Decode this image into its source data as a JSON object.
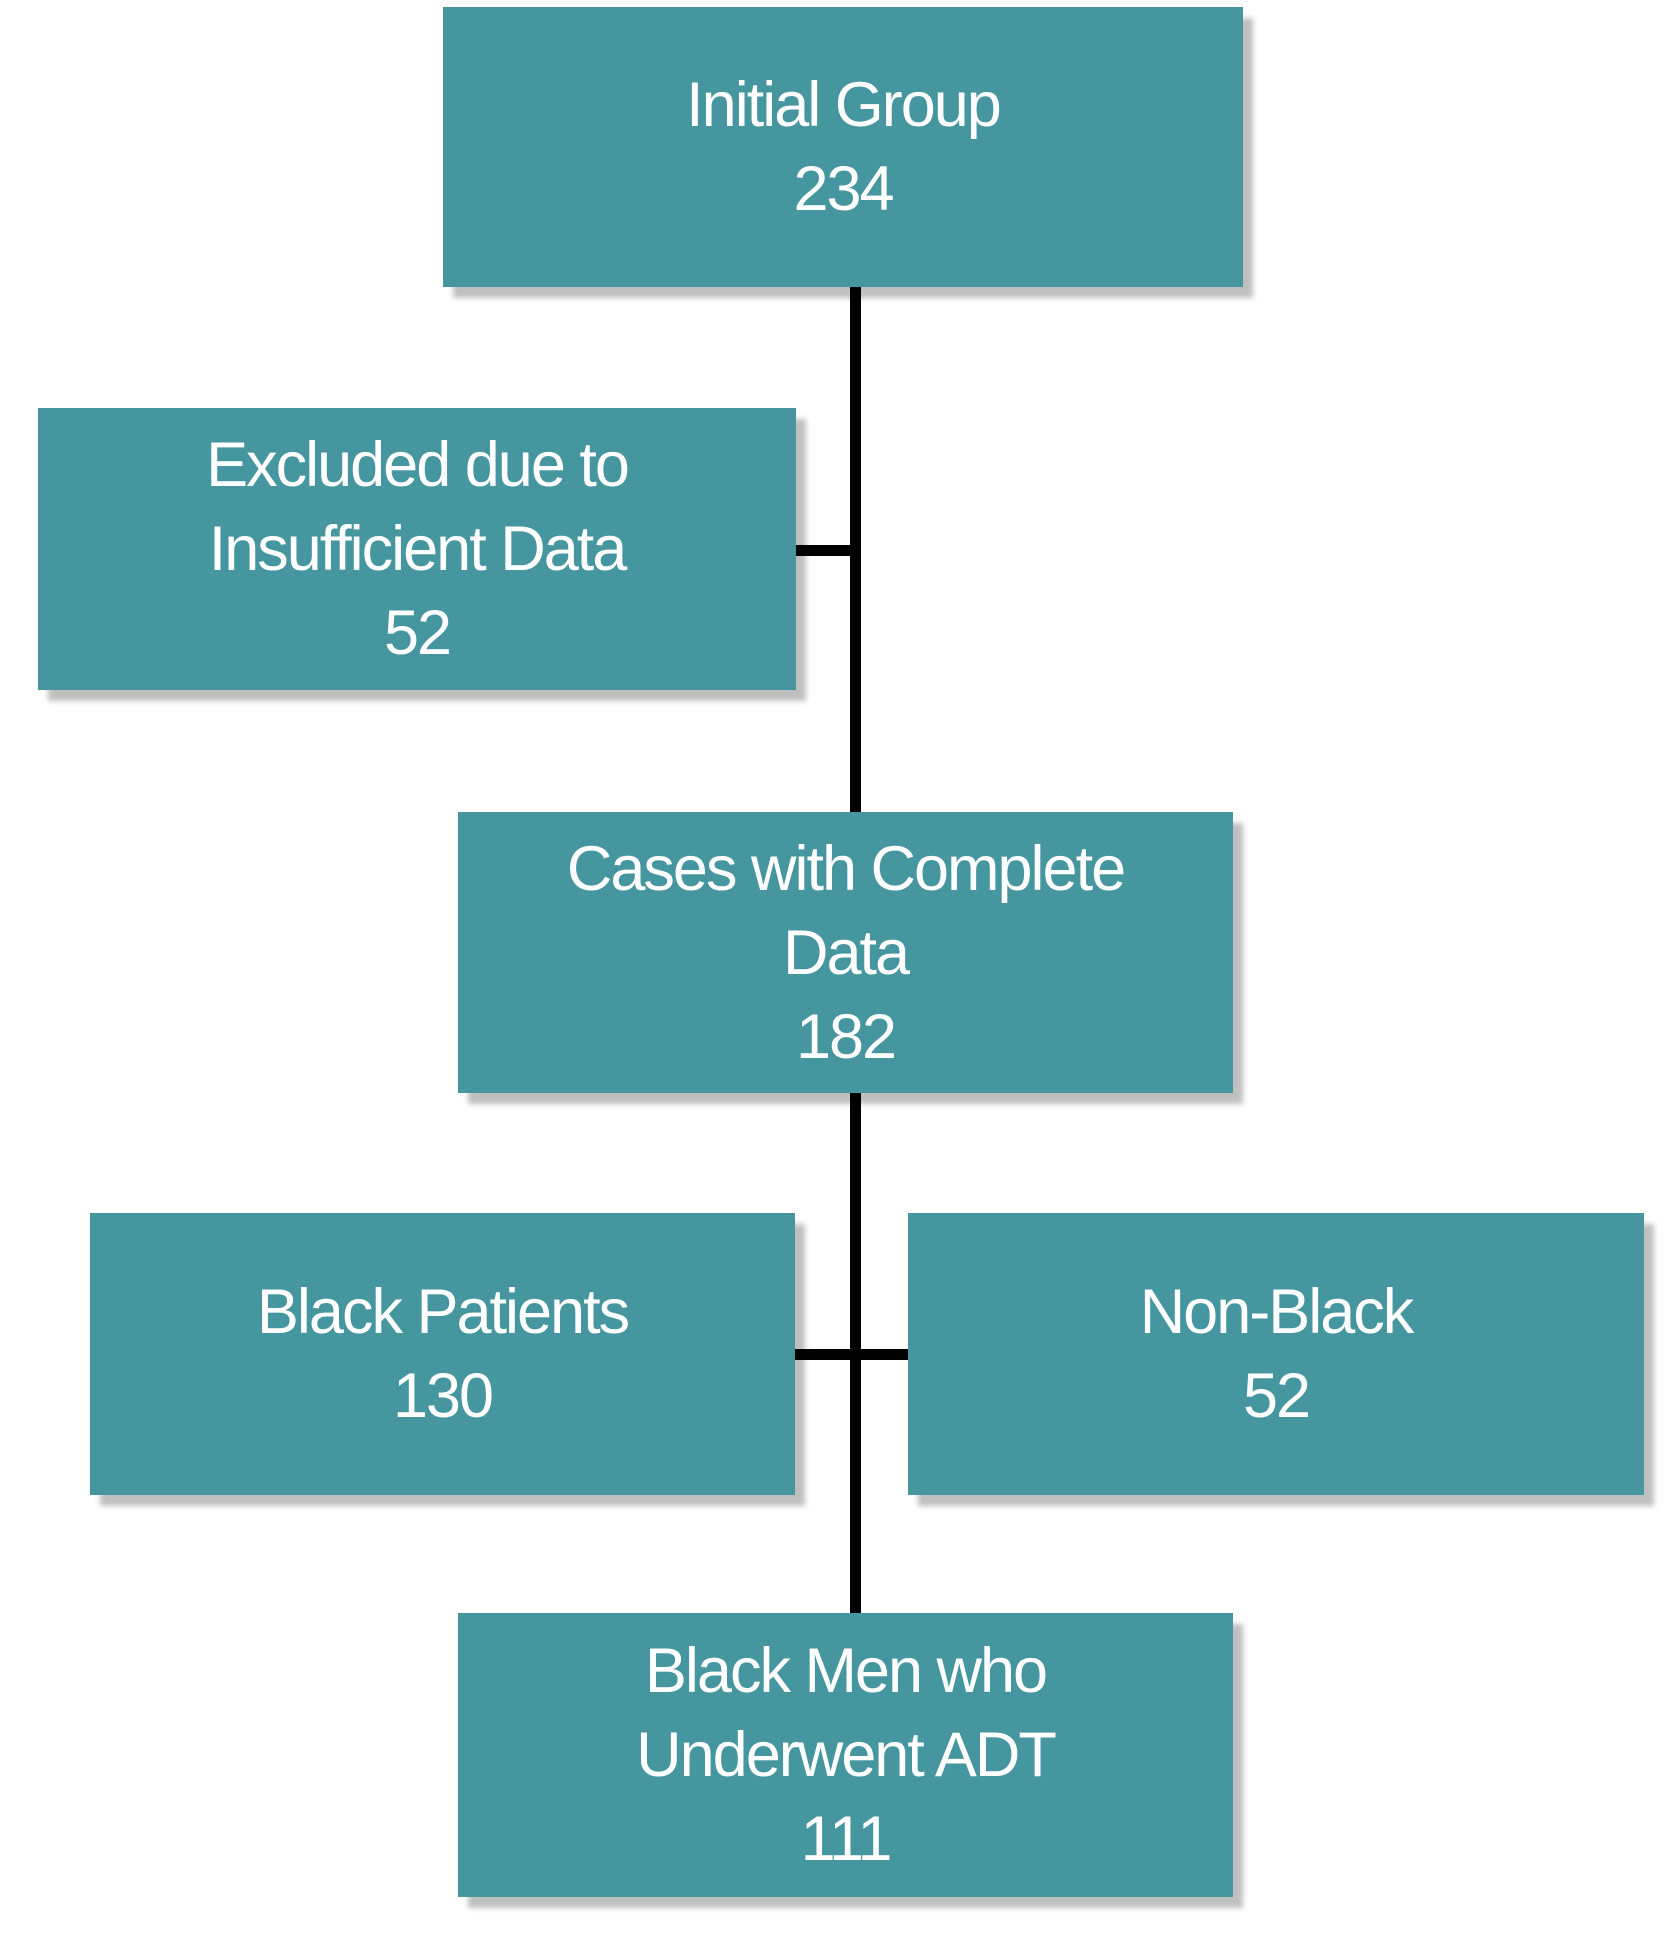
{
  "diagram": {
    "type": "flowchart",
    "colors": {
      "node_fill": "#45969E",
      "node_text": "#FFFFFF",
      "connector": "#000000",
      "background": "#FFFFFF"
    },
    "nodes": {
      "initial": {
        "label": "Initial Group",
        "value": "234"
      },
      "excluded": {
        "label": "Excluded due to\nInsufficient Data",
        "value": "52"
      },
      "complete": {
        "label": "Cases with Complete\nData",
        "value": "182"
      },
      "black": {
        "label": "Black Patients",
        "value": "130"
      },
      "nonblack": {
        "label": "Non-Black",
        "value": "52"
      },
      "adt": {
        "label": "Black Men who\nUnderwent ADT",
        "value": "111"
      }
    },
    "edges": [
      {
        "from": "initial",
        "to": "complete",
        "branch": "excluded"
      },
      {
        "from": "complete",
        "to": "adt",
        "branch_left": "black",
        "branch_right": "nonblack"
      }
    ]
  }
}
